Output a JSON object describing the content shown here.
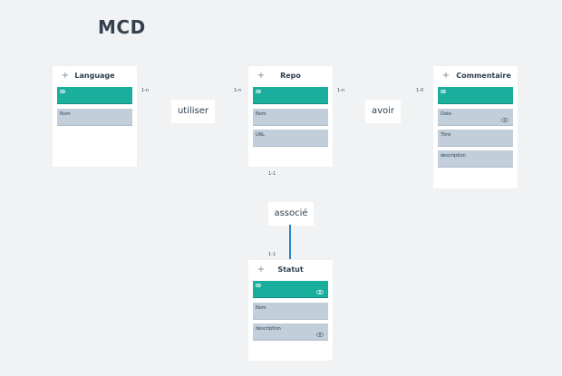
{
  "title": "MCD",
  "entities": {
    "language": {
      "name": "Language",
      "fields": [
        "ID",
        "Nom"
      ]
    },
    "repo": {
      "name": "Repo",
      "fields": [
        "ID",
        "Nom",
        "URL"
      ]
    },
    "commentaire": {
      "name": "Commentaire",
      "fields": [
        "ID",
        "Date",
        "Titre",
        "description"
      ]
    },
    "statut": {
      "name": "Statut",
      "fields": [
        "ID",
        "Nom",
        "description"
      ]
    }
  },
  "relations": {
    "utiliser": "utiliser",
    "avoir": "avoir",
    "associe": "associé"
  },
  "cardinalities": {
    "language_utiliser": "1-n",
    "repo_utiliser": "1-n",
    "repo_avoir": "1-n",
    "commentaire_avoir": "1-0",
    "repo_associe": "1-1",
    "statut_associe": "1-1"
  },
  "icons": {
    "add": "plus-icon",
    "visibility": "eye-icon"
  },
  "colors": {
    "primary_key": "#1aaf9c",
    "field": "#c2cfda",
    "link": "#2d82c6"
  }
}
